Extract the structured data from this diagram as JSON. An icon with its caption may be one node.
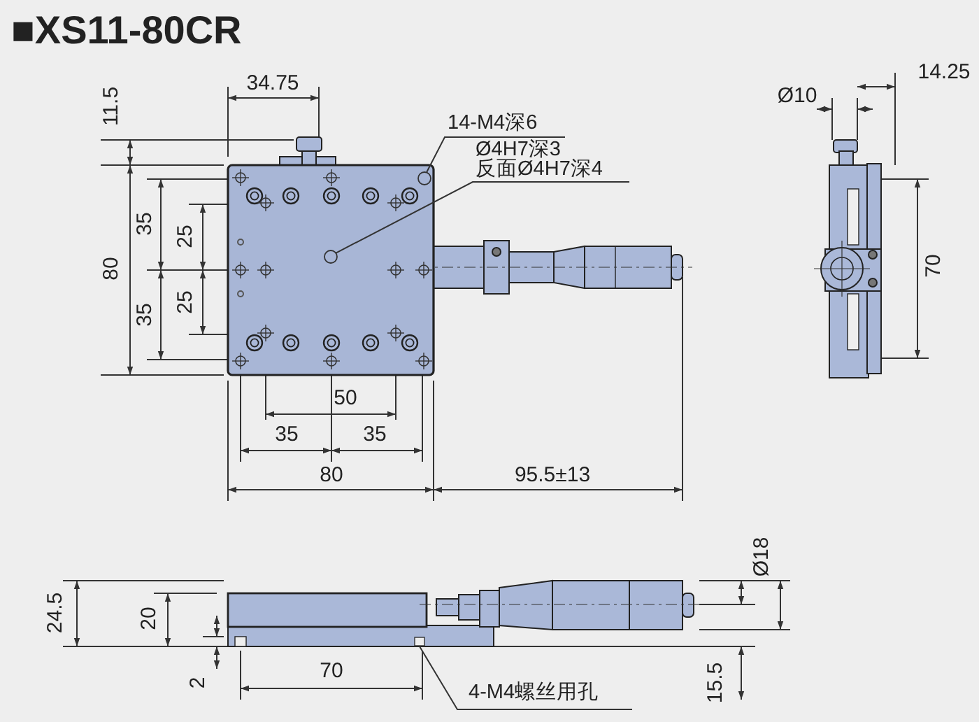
{
  "diagram": {
    "title": "■XS11-80CR",
    "nodes": [
      {
        "text": [
          "14-M4深6"
        ]
      },
      {
        "text": [],
        "shape": "circle"
      },
      {
        "text": [
          "Ø4H7深3",
          "反面Ø4H7深4"
        ]
      },
      {
        "text": [],
        "shape": "circle"
      },
      {
        "text": [
          "4-M4螺丝用孔"
        ]
      },
      {
        "text": [],
        "shape": "box"
      }
    ],
    "edges": [
      {
        "from": 0,
        "to": 1,
        "arrow": "none"
      },
      {
        "from": 2,
        "to": 3,
        "arrow": "none"
      },
      {
        "from": 4,
        "to": 5,
        "arrow": "none"
      }
    ],
    "labels": [
      "11.5",
      "34.75",
      "Ø10",
      "14.25",
      "35",
      "25",
      "80",
      "25",
      "35",
      "70",
      "50",
      "35",
      "35",
      "80",
      "95.5±13",
      "Ø18",
      "24.5",
      "20",
      "2",
      "70",
      "15.5"
    ]
  }
}
